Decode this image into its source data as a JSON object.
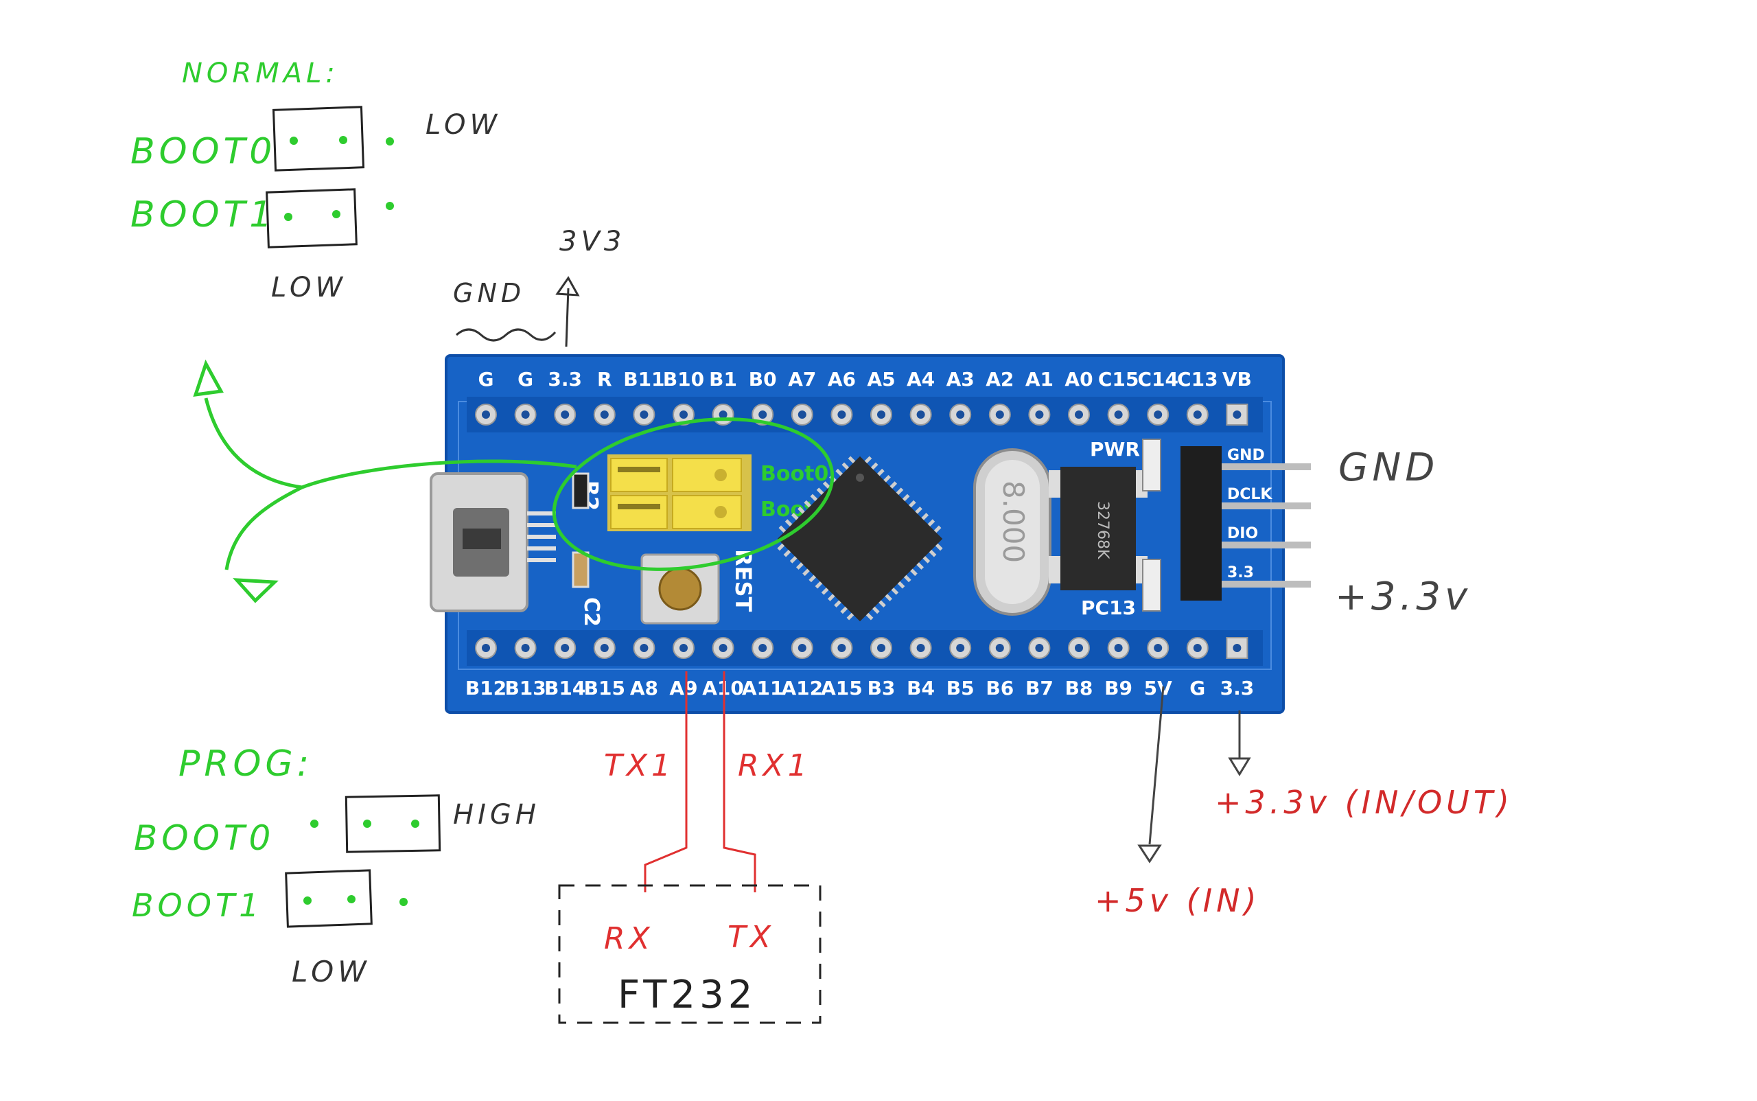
{
  "colors": {
    "pcb": "#1763c6",
    "pcb_edge": "#0d4ea8",
    "annotation_green": "#2ecc2e",
    "annotation_red": "#e03030",
    "ink_dark": "#333333",
    "jumper_yellow": "#f4df4a"
  },
  "normal": {
    "title": "NORMAL:",
    "boot0_label": "BOOT0",
    "boot1_label": "BOOT1",
    "boot0_state": "LOW",
    "boot1_state": "LOW"
  },
  "prog": {
    "title": "PROG:",
    "boot0_label": "BOOT0",
    "boot1_label": "BOOT1",
    "boot0_state": "HIGH",
    "boot1_state": "LOW"
  },
  "top_annotations": {
    "v3v3": "3V3",
    "gnd": "GND"
  },
  "right_annotations": {
    "gnd": "GND",
    "v33": "+3.3v"
  },
  "top_pins": [
    "G",
    "G",
    "3.3",
    "R",
    "B11",
    "B10",
    "B1",
    "B0",
    "A7",
    "A6",
    "A5",
    "A4",
    "A3",
    "A2",
    "A1",
    "A0",
    "C15",
    "C14",
    "C13",
    "VB"
  ],
  "bottom_pins": [
    "B12",
    "B13",
    "B14",
    "B15",
    "A8",
    "A9",
    "A10",
    "A11",
    "A12",
    "A15",
    "B3",
    "B4",
    "B5",
    "B6",
    "B7",
    "B8",
    "B9",
    "5V",
    "G",
    "3.3"
  ],
  "board": {
    "r2": "R2",
    "c2": "C2",
    "rest": "REST",
    "pwr": "PWR",
    "pc13": "PC13",
    "crystal": "8.000",
    "reg_chip": "32768K",
    "jumper_boot0": "Boot0",
    "jumper_boot1": "Boot1",
    "swd_labels": [
      "GND",
      "DCLK",
      "DIO",
      "3.3"
    ]
  },
  "uart": {
    "tx1": "TX1",
    "rx1": "RX1",
    "rx": "RX",
    "tx": "TX",
    "module": "FT232"
  },
  "power_notes": {
    "v5": "+5v (IN)",
    "v33": "+3.3v (IN/OUT)"
  }
}
